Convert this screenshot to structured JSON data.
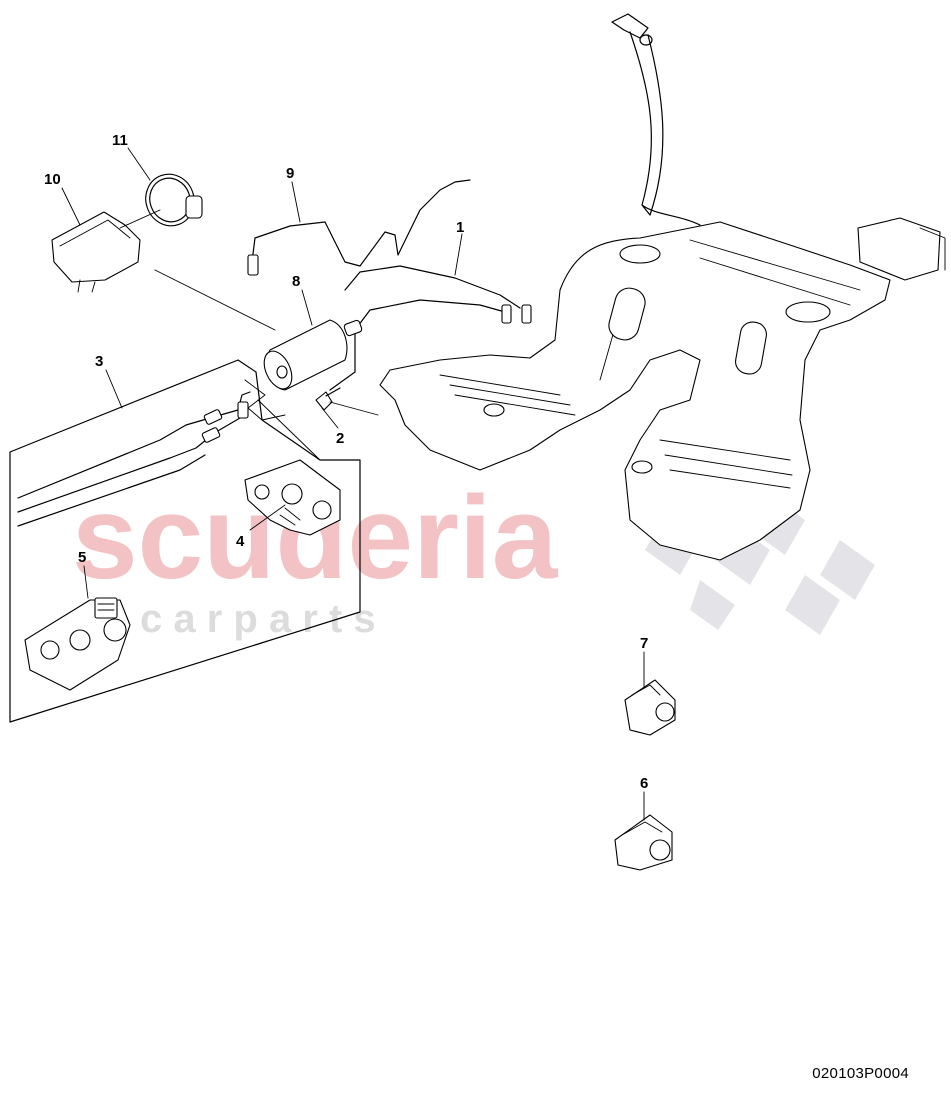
{
  "watermark": {
    "brand": "scuderia",
    "sub": "c a r   p a r t s",
    "brand_color": "#f3c2c4",
    "sub_color": "#dcdcdc",
    "flag_color": "#e2e2e6"
  },
  "callouts": [
    "1",
    "2",
    "3",
    "4",
    "5",
    "6",
    "7",
    "8",
    "9",
    "10",
    "11"
  ],
  "diagram_code": "020103P0004",
  "icons": {
    "tank": "fuel-tank",
    "filler": "filler-neck",
    "filter": "fuel-filter",
    "clips": "pipe-clips",
    "bracket": "filter-bracket",
    "clamp": "hose-clamp"
  }
}
